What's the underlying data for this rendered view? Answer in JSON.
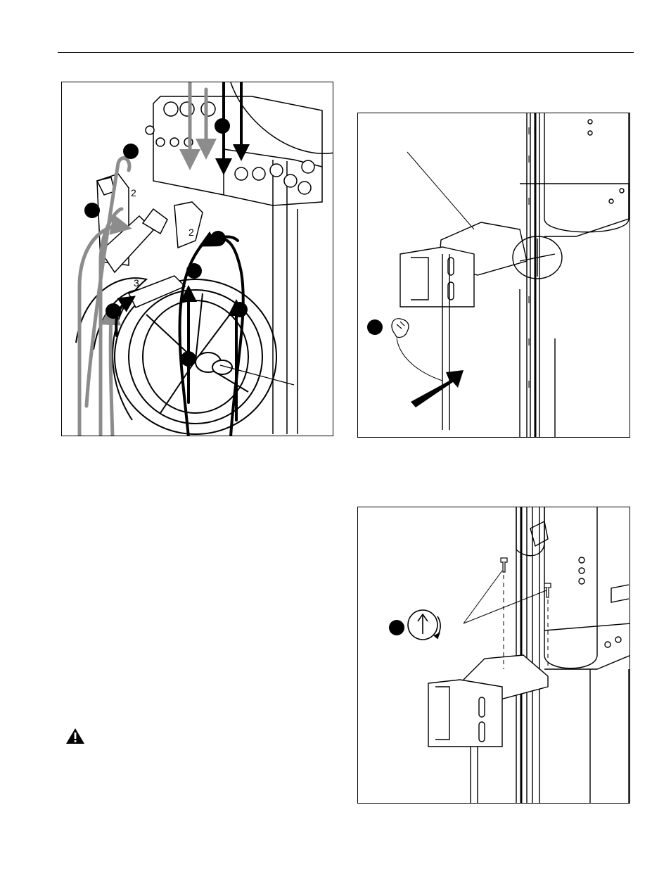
{
  "page": {
    "background": "#ffffff",
    "line_color": "#000000",
    "arrow_gray": "#8c8c8c"
  },
  "figures": [
    {
      "id": "cable-routing",
      "callouts": 7,
      "labels": [
        "2",
        "3",
        "2"
      ]
    },
    {
      "id": "bracket-slide",
      "callouts": 1,
      "icon": "hand-pull-icon"
    },
    {
      "id": "screw-fasten",
      "callouts": 1,
      "icon": "rotate-clockwise-icon"
    }
  ],
  "warning": {
    "icon": "warning-triangle-icon"
  }
}
